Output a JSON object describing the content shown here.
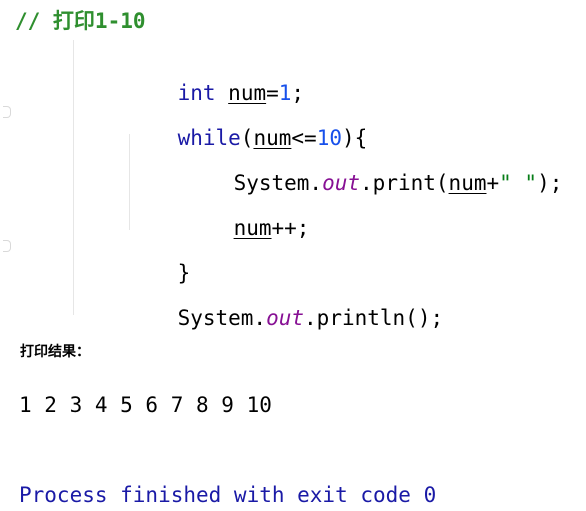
{
  "editor": {
    "comment": "// 打印1-10",
    "lines": {
      "l1": {
        "kw": "int",
        "var": "num",
        "op": "=",
        "num": "1",
        "end": ";"
      },
      "l2": {
        "kw": "while",
        "open": "(",
        "var": "num",
        "op": "<=",
        "num": "10",
        "close": "){"
      },
      "l3": {
        "obj": "System.",
        "field": "out",
        "call": ".print(",
        "var": "num",
        "plus": "+",
        "str": "\" \"",
        "end": ");"
      },
      "l4": {
        "var": "num",
        "op": "++;"
      },
      "l5": {
        "brace": "}"
      },
      "l6": {
        "obj": "System.",
        "field": "out",
        "call": ".println();"
      }
    }
  },
  "output": {
    "title": "打印结果：",
    "values": "1 2 3 4 5 6 7 8 9 10",
    "status": "Process finished with exit code 0"
  },
  "colors": {
    "comment": "#2f8f2f",
    "keyword": "#1a1aa6",
    "number": "#1750eb",
    "field": "#871094",
    "string": "#067d17"
  }
}
